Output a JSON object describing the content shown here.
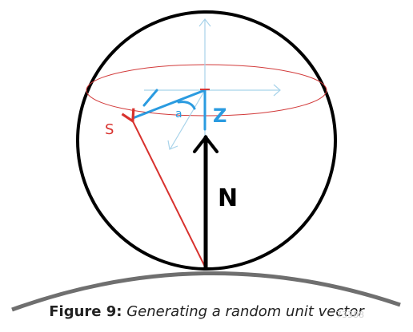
{
  "diagram": {
    "labels": {
      "s": "S",
      "a": "a",
      "z": "Z",
      "n": "N"
    },
    "colors": {
      "sphere": "#000000",
      "equator": "#d23a3a",
      "s_vector": "#d8322e",
      "n_vector": "#000000",
      "axes": "#a8d3ea",
      "blue_marks": "#2a9be0",
      "surface": "#6f6f6f"
    }
  },
  "caption": {
    "figure_number": "Figure 9:",
    "text": "Generating a random unit vector"
  },
  "watermark": {
    "text": "73388"
  }
}
